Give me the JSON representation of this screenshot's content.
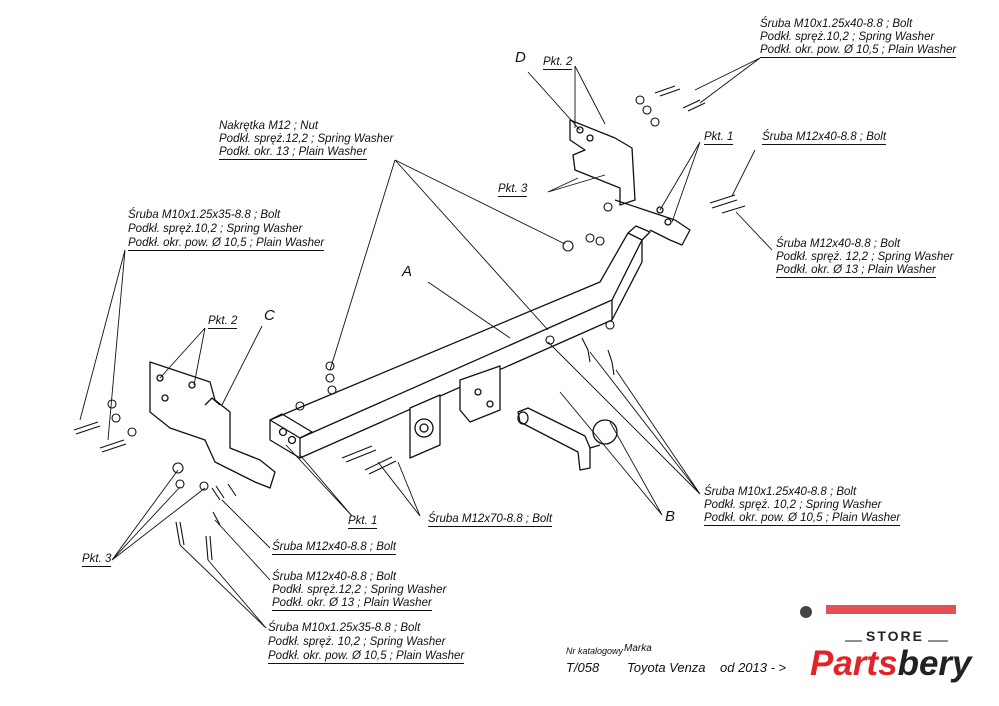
{
  "labels": {
    "D": "D",
    "C": "C",
    "A": "A",
    "B": "B",
    "pkt2_top": "Pkt. 2",
    "pkt1_top": "Pkt. 1",
    "pkt3_top": "Pkt. 3",
    "pkt2_left": "Pkt. 2",
    "pkt1_bottom": "Pkt. 1",
    "pkt3_left": "Pkt. 3"
  },
  "callouts": {
    "top_right_bolt": [
      "Śruba M10x1.25x40-8.8 ;  Bolt",
      "Podkł. spręż.10,2 ;  Spring Washer",
      "Podkł. okr. pow. Ø 10,5 ; Plain Washer"
    ],
    "right_bolt_m12": "Śruba M12x40-8.8 ;  Bolt",
    "right_bolt_m12_set": [
      "Śruba M12x40-8.8 ;  Bolt",
      "Podkł. spręż. 12,2 ;  Spring Washer",
      "Podkł. okr. Ø 13 ; Plain Washer"
    ],
    "nut_set": [
      "Nakrętka  M12 ; Nut",
      "Podkł. spręż.12,2 ; Spring Washer",
      "Podkł. okr. 13 ; Plain Washer"
    ],
    "left_bolt_set": [
      "Śruba M10x1.25x35-8.8 ;  Bolt",
      "Podkł. spręż.10,2 ;  Spring Washer",
      "Podkł. okr. pow. Ø 10,5 ; Plain Washer"
    ],
    "bottom_right_set": [
      "Śruba M10x1.25x40-8.8 ;  Bolt",
      "Podkł. spręż. 10,2 ;  Spring Washer",
      "Podkł. okr. pow. Ø 10,5 ; Plain Washer"
    ],
    "m12x70": "Śruba M12x70-8.8 ;  Bolt",
    "bottom_m12x40": "Śruba M12x40-8.8 ;  Bolt",
    "bottom_m12x40_set": [
      "Śruba M12x40-8.8 ;  Bolt",
      "Podkł. spręż.12,2 ;  Spring Washer",
      "Podkł. okr. Ø 13 ; Plain Washer"
    ],
    "bottom_m10_set": [
      "Śruba M10x1.25x35-8.8 ;  Bolt",
      "Podkł. spręż. 10,2 ;  Spring Washer",
      "Podkł. okr. pow. Ø 10,5 ; Plain Washer"
    ]
  },
  "title_block": {
    "catalog_label": "Nr katalogowy",
    "brand_label": "Marka",
    "catalog_no": "T/058",
    "brand": "Toyota Venza",
    "year": "od  2013 - >"
  },
  "watermark": {
    "store": "STORE",
    "parts": "Parts",
    "bery": "bery"
  },
  "colors": {
    "line": "#111111",
    "brand_red": "#e0242a"
  }
}
